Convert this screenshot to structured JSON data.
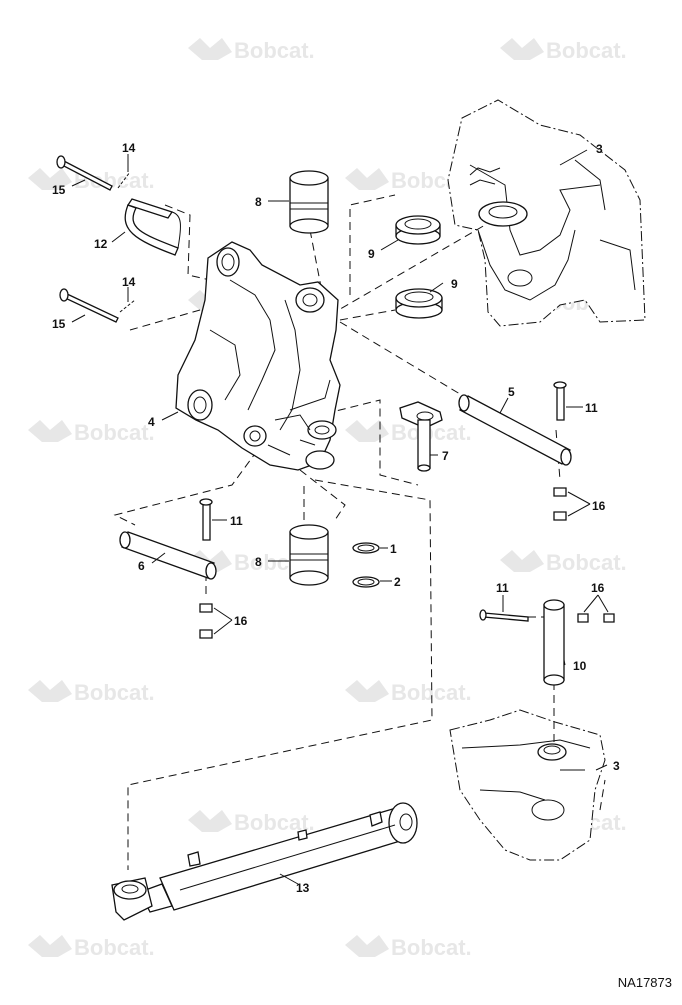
{
  "watermark_text": "Bobcat.",
  "drawing_code": "NA17873",
  "callouts": {
    "c1": "1",
    "c2": "2",
    "c3a": "3",
    "c3b": "3",
    "c4": "4",
    "c5": "5",
    "c6": "6",
    "c7": "7",
    "c8a": "8",
    "c8b": "8",
    "c9a": "9",
    "c9b": "9",
    "c10": "10",
    "c11a": "11",
    "c11b": "11",
    "c11c": "11",
    "c12": "12",
    "c13": "13",
    "c14a": "14",
    "c14b": "14",
    "c15a": "15",
    "c15b": "15",
    "c16a": "16",
    "c16b": "16",
    "c16c": "16"
  }
}
